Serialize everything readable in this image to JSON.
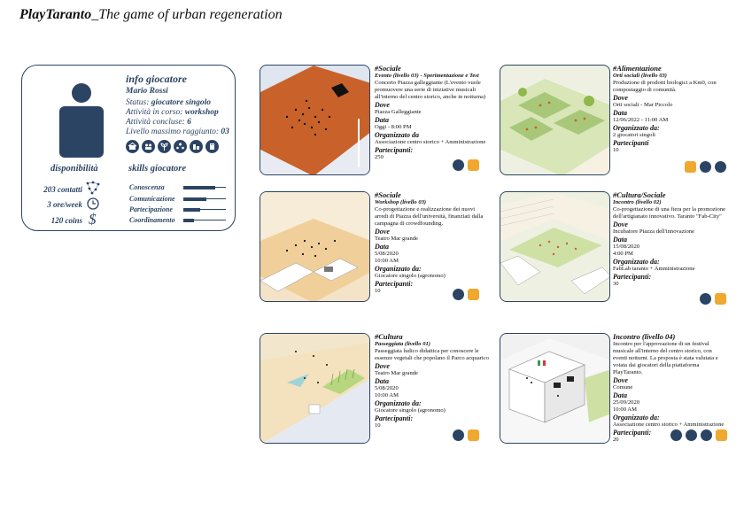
{
  "header": {
    "title_bold": "PlayTaranto",
    "title_rest": "_The game of urban regeneration"
  },
  "player": {
    "section_title": "info giocatore",
    "name": "Mario Rossi",
    "status_label": "Status:",
    "status_value": "giocatore singolo",
    "activity_label": "Attività in corso:",
    "activity_value": "workshop",
    "done_label": "Attività concluse:",
    "done_value": "6",
    "level_label": "Livello massimo raggiunto:",
    "level_value": "03"
  },
  "availability": {
    "title": "disponibilità",
    "contacts": "203 contatti",
    "hours": "3 ore/week",
    "coins": "120 coins",
    "coin_symbol": "$"
  },
  "skills": {
    "title": "skills giocatore",
    "items": [
      {
        "name": "Conoscenza",
        "level": 0.75
      },
      {
        "name": "Comunicazione",
        "level": 0.55
      },
      {
        "name": "Partecipazione",
        "level": 0.4
      },
      {
        "name": "Coordinamento",
        "level": 0.25
      }
    ]
  },
  "events": [
    {
      "tag": "#Sociale",
      "subtitle": "Evento (livello 03) - Sperimentazione e Test",
      "desc": "Concerto Piazza galleggiante (L'evento vuole promuovere una serie di iniziative musicali all'interno del centro storico, anche in notturna)",
      "where_label": "Dove",
      "where": "Piazza Galleggiante",
      "date_label": "Data",
      "date": "Oggi - 8:00 PM",
      "org_label": "Organizzato da",
      "org": "Associazione centro storico + Amministrazione",
      "part_label": "Partecipanti:",
      "part": "250"
    },
    {
      "tag": "#Alimentazione",
      "subtitle": "Orti sociali (livello 03)",
      "desc": "Produzione di prodotti biologici a Km0, con compostaggio di comunità.",
      "where_label": "Dove",
      "where": "Orti sociali - Mar Piccolo",
      "date_label": "Data",
      "date": "12/06/2022 - 11:00 AM",
      "org_label": "Organizzato da:",
      "org": "2 giocatori singoli",
      "part_label": "Partecipanti",
      "part": "10"
    },
    {
      "tag": "#Sociale",
      "subtitle": "Workshop (livello 03)",
      "desc": "Co-progettazione e realizzazione dei nuovi arredi di Piazza dell'università, finanziati dalla campagna di crowdfounding.",
      "where_label": "Dove",
      "where": "Teatro Mar grande",
      "date_label": "Data",
      "date": "5/08/2020",
      "time": "10:00 AM",
      "org_label": "Organizzato da:",
      "org": "Giocatore singolo (agronomo)",
      "part_label": "Partecipanti:",
      "part": "10"
    },
    {
      "tag": "#Cultura/Sociale",
      "subtitle": "Incontro (livello 02)",
      "desc": "Co-progettazione di una fiera per la promozione dell'artigianato innovativo. Taranto \"Fab-City\"",
      "where_label": "Dove",
      "where": "Incubatore Piazza dell'innovazione",
      "date_label": "Data",
      "date": "15/08/2020",
      "time": "4:00 PM",
      "org_label": "Organizzato da:",
      "org": "FabLab taranto + Amministrazione",
      "part_label": "Partecipanti:",
      "part": "30"
    },
    {
      "tag": "#Cultura",
      "subtitle": "Passeggiata (livello 01)",
      "desc": "Passeggiata ludico didattica per conoscere le essenze vegetali che popolano il Parco acquarico",
      "where_label": "Dove",
      "where": "Teatro Mar grande",
      "date_label": "Data",
      "date": "5/08/2020",
      "time": "10:00 AM",
      "org_label": "Organizzato da:",
      "org": "Giocatore singolo (agronomo)",
      "part_label": "Partecipanti:",
      "part": "10"
    },
    {
      "tag": "",
      "subtitle": "Incontro (livello 04)",
      "desc": "Incontro per l'approvazione di un festival musicale all'interno del centro storico, con eventi notturni. La proposta è stata valutata e votata dai giocatori della piattaforma PlayTaranto.",
      "where_label": "Dove",
      "where": "Comune",
      "date_label": "Data",
      "date": "25/09/2020",
      "time": "10:00 AM",
      "org_label": "Organizzato da:",
      "org": "Associazione centro storico + Amministrazione",
      "part_label": "Partecipanti:",
      "part": "20"
    }
  ],
  "colors": {
    "navy": "#2b4464",
    "orange": "#f0a830",
    "ground": "#c9622a",
    "sand": "#f4e3c6"
  }
}
